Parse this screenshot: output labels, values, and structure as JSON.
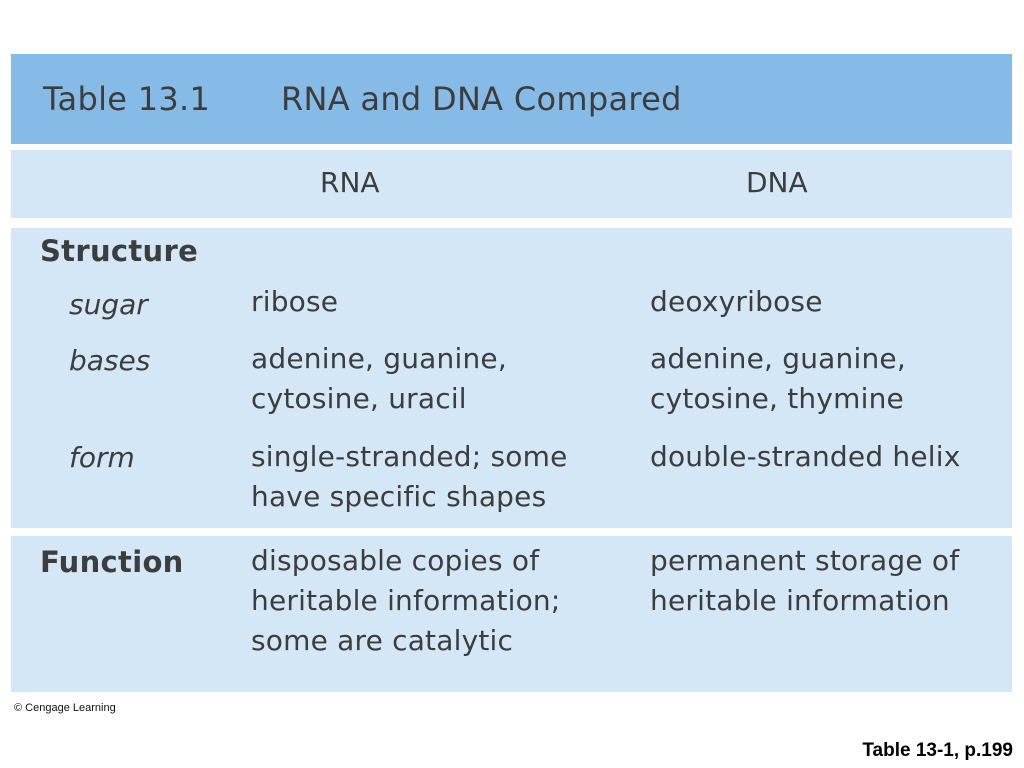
{
  "table": {
    "number": "Table 13.1",
    "title": "RNA and DNA Compared",
    "columns": [
      "RNA",
      "DNA"
    ],
    "sections": {
      "structure": {
        "label": "Structure",
        "rows": [
          {
            "label": "sugar",
            "rna": "ribose",
            "dna": "deoxyribose"
          },
          {
            "label": "bases",
            "rna": "adenine, guanine,\ncytosine, uracil",
            "dna": "adenine, guanine,\ncytosine, thymine"
          },
          {
            "label": "form",
            "rna": "single-stranded; some\nhave specific shapes",
            "dna": "double-stranded helix"
          }
        ]
      },
      "function": {
        "label": "Function",
        "rna": "disposable copies of\nheritable information;\nsome are catalytic",
        "dna": "permanent storage of\nheritable information"
      }
    }
  },
  "credit": "© Cengage Learning",
  "page_ref": "Table 13-1, p.199",
  "colors": {
    "title_bar": "#85bbe6",
    "band": "#d3e7f6",
    "text": "#3d3d3d"
  }
}
